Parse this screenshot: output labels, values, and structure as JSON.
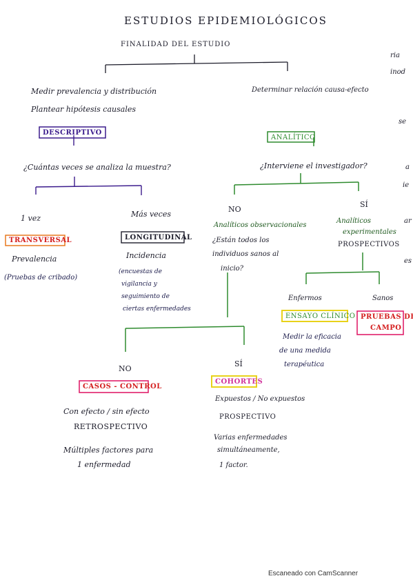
{
  "colors": {
    "ink": "#1c1c2a",
    "purple": "#3a1a8c",
    "green": "#2d8a2d",
    "orange": "#e8781f",
    "red": "#d41e1e",
    "pink": "#e0206a",
    "yellow": "#e8d21a",
    "magenta": "#d0309a"
  },
  "header": {
    "title": "ESTUDIOS EPIDEMIOLÓGICOS",
    "subtitle": "FINALIDAD DEL ESTUDIO"
  },
  "left_branch": {
    "line1": "Medir prevalencia y distribución",
    "line2": "Plantear hipótesis causales",
    "box": "DESCRIPTIVO",
    "question": "¿Cuántas veces se analiza la muestra?",
    "once": {
      "label": "1 vez",
      "box": "TRANSVERSAL",
      "desc": "Prevalencia",
      "example": "(Pruebas de cribado)"
    },
    "many": {
      "label": "Más veces",
      "box": "LONGITUDINAL",
      "desc": "Incidencia",
      "example": [
        "(encuestas de",
        "vigilancia y",
        "seguimiento de",
        "ciertas enfermedades"
      ]
    }
  },
  "right_branch": {
    "line1": "Determinar relación causa-efecto",
    "box": "ANALÍTICO",
    "question": "¿Interviene el investigador?",
    "no": {
      "label": "NO",
      "title": [
        "Analíticos observacionales",
        "¿Están todos los",
        "individuos sanos al",
        "inicio?"
      ]
    },
    "si": {
      "label": "SÍ",
      "title": [
        "Analíticos",
        "experimentales"
      ],
      "subtitle": "PROSPECTIVOS",
      "enfermos": {
        "label": "Enfermos",
        "box": "ENSAYO CLÍNICO",
        "desc": [
          "Medir la eficacia",
          "de una medida",
          "terapéutica"
        ]
      },
      "sanos": {
        "label": "Sanos",
        "box": [
          "PRUEBAS DE",
          "CAMPO"
        ]
      }
    },
    "no_cases": {
      "label": "NO",
      "box": "CASOS - CONTROL",
      "desc": [
        "Con efecto / sin efecto",
        "RETROSPECTIVO",
        "Múltiples factores para",
        "1 enfermedad"
      ]
    },
    "si_cohorts": {
      "label": "SÍ",
      "box": "COHORTES",
      "desc": [
        "Expuestos / No expuestos",
        "PROSPECTIVO",
        "Varias enfermedades",
        "simultáneamente,",
        "1 factor."
      ]
    }
  },
  "margin_fragments": [
    "ria",
    "inod",
    "se",
    "a",
    "ie",
    "ar",
    "es"
  ],
  "footer": "Escaneado con CamScanner"
}
